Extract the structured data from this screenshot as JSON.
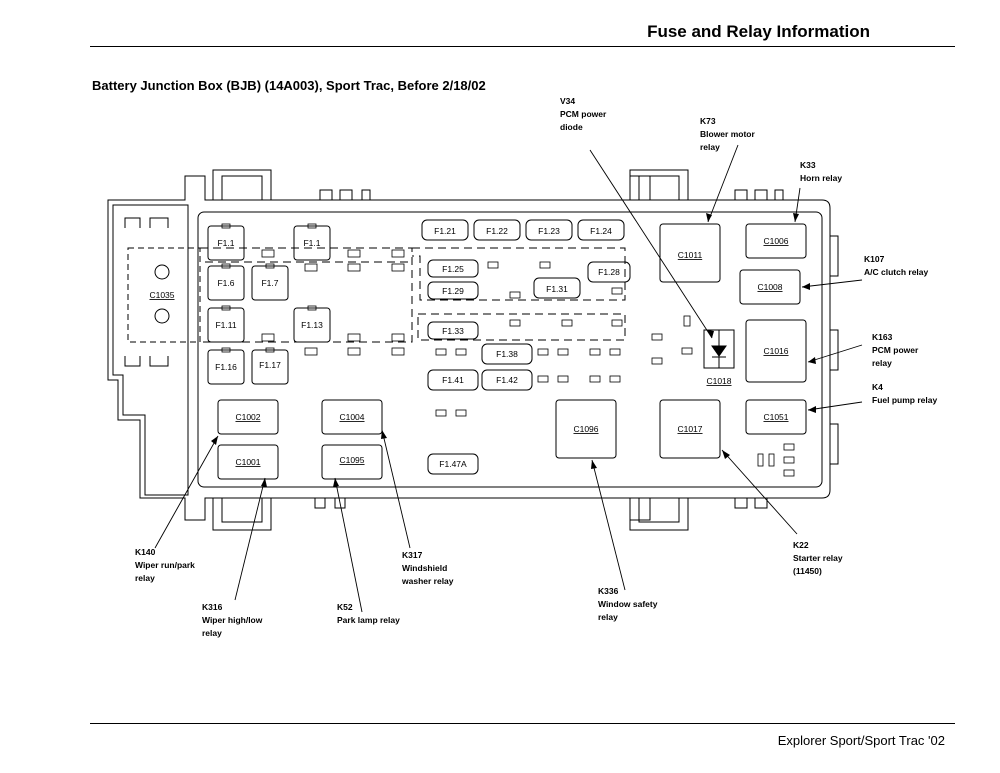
{
  "header": {
    "title": "Fuse and Relay Information"
  },
  "diagram": {
    "title": "Battery Junction Box (BJB) (14A003), Sport Trac, Before 2/18/02"
  },
  "footer": {
    "text": "Explorer Sport/Sport Trac '02"
  },
  "fuses": {
    "f1_1a": "F1.1",
    "f1_1b": "F1.1",
    "f1_6": "F1.6",
    "f1_7": "F1.7",
    "f1_11": "F1.11",
    "f1_13": "F1.13",
    "f1_16": "F1.16",
    "f1_17": "F1.17",
    "f1_21": "F1.21",
    "f1_22": "F1.22",
    "f1_23": "F1.23",
    "f1_24": "F1.24",
    "f1_25": "F1.25",
    "f1_28": "F1.28",
    "f1_29": "F1.29",
    "f1_31": "F1.31",
    "f1_33": "F1.33",
    "f1_38": "F1.38",
    "f1_41": "F1.41",
    "f1_42": "F1.42",
    "f1_47a": "F1.47A"
  },
  "connectors": {
    "c1035": "C1035",
    "c1002": "C1002",
    "c1001": "C1001",
    "c1004": "C1004",
    "c1095": "C1095",
    "c1096": "C1096",
    "c1017": "C1017",
    "c1011": "C1011",
    "c1006": "C1006",
    "c1008": "C1008",
    "c1016": "C1016",
    "c1051": "C1051",
    "c1018": "C1018"
  },
  "callouts": {
    "v34": {
      "id": "V34",
      "l1": "PCM power",
      "l2": "diode"
    },
    "k73": {
      "id": "K73",
      "l1": "Blower motor",
      "l2": "relay"
    },
    "k33": {
      "id": "K33",
      "l1": "Horn relay"
    },
    "k107": {
      "id": "K107",
      "l1": "A/C clutch relay"
    },
    "k163": {
      "id": "K163",
      "l1": "PCM power",
      "l2": "relay"
    },
    "k4": {
      "id": "K4",
      "l1": "Fuel pump relay"
    },
    "k22": {
      "id": "K22",
      "l1": "Starter relay",
      "l2": "(11450)"
    },
    "k336": {
      "id": "K336",
      "l1": "Window safety",
      "l2": "relay"
    },
    "k317": {
      "id": "K317",
      "l1": "Windshield",
      "l2": "washer relay"
    },
    "k52": {
      "id": "K52",
      "l1": "Park lamp relay"
    },
    "k316": {
      "id": "K316",
      "l1": "Wiper high/low",
      "l2": "relay"
    },
    "k140": {
      "id": "K140",
      "l1": "Wiper run/park",
      "l2": "relay"
    }
  }
}
